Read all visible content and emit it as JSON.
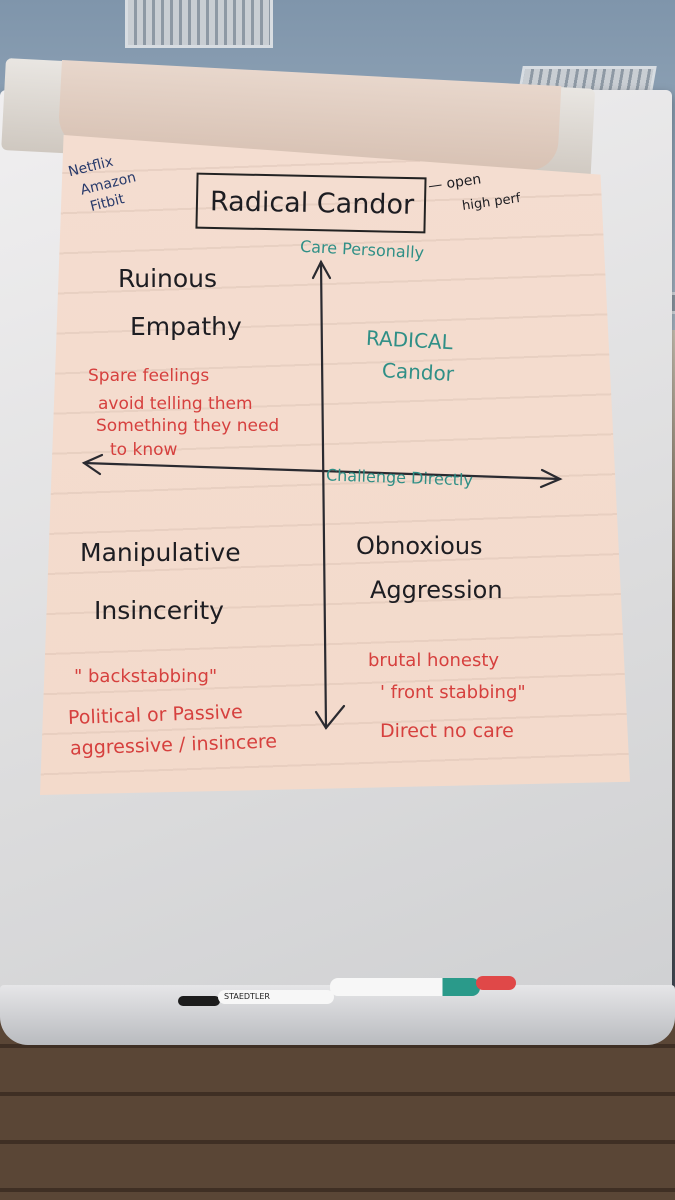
{
  "flipchart": {
    "title": "Radical Candor",
    "title_note_line1": "— open",
    "title_note_line2": "high perf",
    "companies": [
      "Netflix",
      "Amazon",
      "Fitbit"
    ],
    "y_axis_label": "Care Personally",
    "x_axis_label": "Challenge Directly",
    "top_left": {
      "title_line1": "Ruinous",
      "title_line2": "Empathy",
      "notes": [
        "Spare feelings",
        "avoid telling them",
        "Something they need",
        "to know"
      ]
    },
    "top_right": {
      "title_line1": "RADICAL",
      "title_line2": "Candor"
    },
    "bottom_left": {
      "title_line1": "Manipulative",
      "title_line2": "Insincerity",
      "notes": [
        "\" backstabbing\"",
        "Political or Passive",
        "aggressive / insincere"
      ]
    },
    "bottom_right": {
      "title_line1": "Obnoxious",
      "title_line2": "Aggression",
      "notes": [
        "brutal honesty",
        "' front stabbing\"",
        "Direct no care"
      ]
    }
  },
  "marker_label": "STAEDTLER",
  "colors": {
    "ink_black": "#1d1d22",
    "ink_red": "#d6403e",
    "ink_teal": "#2f8f86",
    "paper": "#f4ddd0"
  }
}
